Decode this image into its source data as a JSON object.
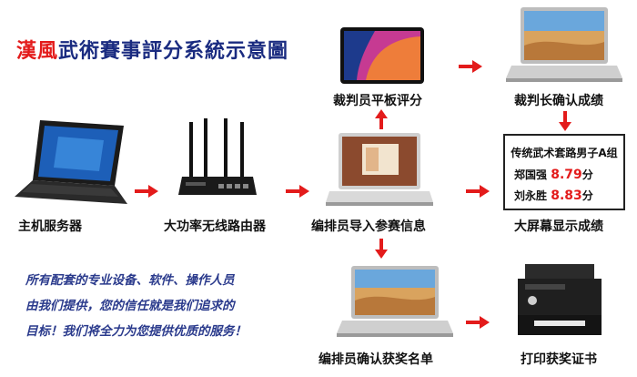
{
  "title": {
    "brand": "漢風",
    "rest": "武術賽事評分系統示意圖"
  },
  "nodes": {
    "host_server": "主机服务器",
    "router": "大功率无线路由器",
    "arranger_import": "编排员导入参赛信息",
    "judge_score": "裁判员平板评分",
    "chief_confirm": "裁判长确认成绩",
    "big_screen": "大屏幕显示成绩",
    "arranger_confirm": "编排员确认获奖名单",
    "print_cert": "打印获奖证书"
  },
  "screen": {
    "heading": "传统武术套路男子A组",
    "rows": [
      {
        "name": "郑国强",
        "score": "8.79",
        "unit": "分"
      },
      {
        "name": "刘永胜",
        "score": "8.83",
        "unit": "分"
      }
    ]
  },
  "note": {
    "line1": "所有配套的专业设备、软件、操作人员",
    "line2": "由我们提供，您的信任就是我们追求的",
    "line3": "目标！我们将全力为您提供优质的服务！"
  },
  "colors": {
    "arrow": "#e31b1b",
    "title_brand": "#e31b1b",
    "title_text": "#1a2b80",
    "note_text": "#2a3a8c"
  }
}
